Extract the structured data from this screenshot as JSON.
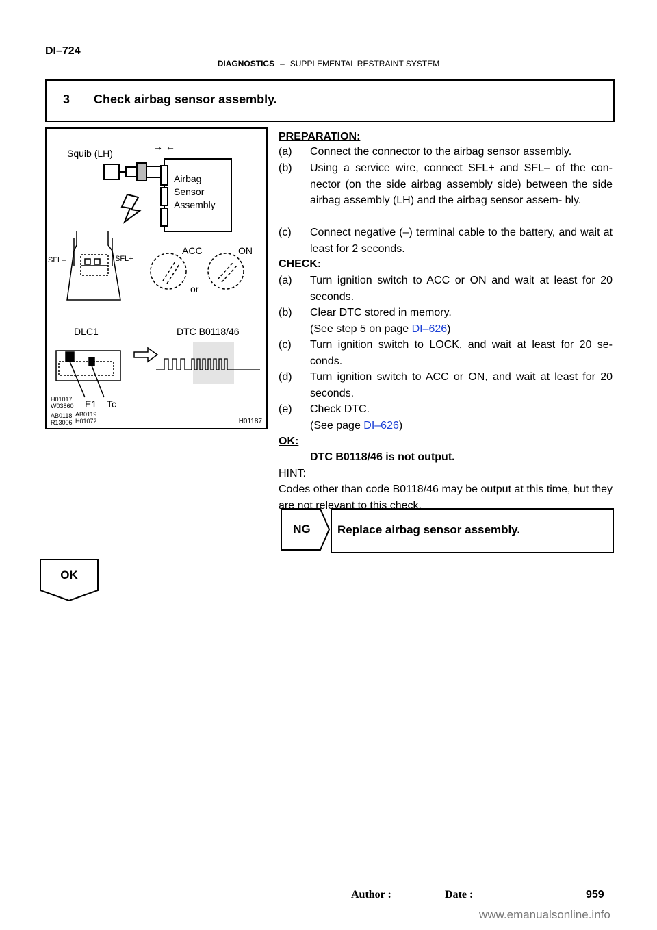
{
  "header": {
    "page_id": "DI–724",
    "section": "DIAGNOSTICS",
    "separator": "–",
    "subsection": "SUPPLEMENTAL RESTRAINT SYSTEM"
  },
  "step": {
    "number": "3",
    "title": "Check airbag sensor assembly."
  },
  "figure": {
    "squib_label": "Squib (LH)",
    "arrows": "→ ←",
    "sensor_line1": "Airbag",
    "sensor_line2": "Sensor",
    "sensor_line3": "Assembly",
    "sfl_minus": "SFL–",
    "sfl_plus": "SFL+",
    "acc": "ACC",
    "on": "ON",
    "or": "or",
    "dlc1": "DLC1",
    "dtc": "DTC B0118/46",
    "e1": "E1",
    "tc": "Tc",
    "ref1": "H01017",
    "ref2": "W03860",
    "ref3": "AB0118",
    "ref4": "AB0119",
    "ref5": "R13006",
    "ref6": "H01072",
    "code": "H01187"
  },
  "preparation": {
    "heading": "PREPARATION:",
    "items": [
      {
        "label": "(a)",
        "text": "Connect the connector to the airbag sensor assembly."
      },
      {
        "label": "(b)",
        "text": "Using a service wire, connect SFL+ and SFL– of the con- nector (on the side airbag assembly side) between the side airbag assembly (LH) and the airbag sensor assem- bly."
      },
      {
        "label": "(c)",
        "text": "Connect negative (–) terminal cable to the battery, and wait at least for 2 seconds."
      }
    ]
  },
  "check": {
    "heading": "CHECK:",
    "a": "Turn ignition switch to ACC or ON and wait at least for 20 seconds.",
    "b": "Clear DTC stored in memory.",
    "b_ref_pre": "(See step 5 on page ",
    "b_ref_link": "DI–626",
    "b_ref_post": ")",
    "c": "Turn ignition switch to LOCK, and wait at least for 20 se- conds.",
    "d": "Turn ignition switch to ACC or ON, and wait at least for 20 seconds.",
    "e": "Check DTC.",
    "e_ref_pre": "(See page ",
    "e_ref_link": "DI–626",
    "e_ref_post": ")"
  },
  "ok": {
    "heading": "OK:",
    "text": "DTC B0118/46 is not output."
  },
  "hint": {
    "heading": "HINT:",
    "text": "Codes other than code B0118/46 may be output at this time, but they are not relevant to this check."
  },
  "ng_branch": {
    "tab": "NG",
    "action": "Replace airbag sensor assembly."
  },
  "ok_branch": {
    "tab": "OK"
  },
  "footer": {
    "author": "Author :",
    "date": "Date :",
    "page": "959"
  },
  "watermark": "www.emanualsonline.info"
}
